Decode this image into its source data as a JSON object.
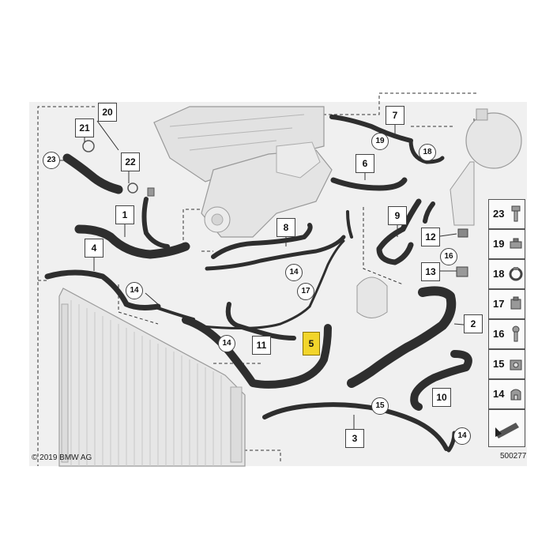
{
  "callouts": [
    {
      "id": "c20",
      "text": "20",
      "kind": "square",
      "highlight": false
    },
    {
      "id": "c21",
      "text": "21",
      "kind": "square",
      "highlight": false
    },
    {
      "id": "c23",
      "text": "23",
      "kind": "round",
      "highlight": false
    },
    {
      "id": "c22",
      "text": "22",
      "kind": "square",
      "highlight": false
    },
    {
      "id": "c7",
      "text": "7",
      "kind": "square",
      "highlight": false
    },
    {
      "id": "c19",
      "text": "19",
      "kind": "round",
      "highlight": false
    },
    {
      "id": "c18",
      "text": "18",
      "kind": "round",
      "highlight": false
    },
    {
      "id": "c6",
      "text": "6",
      "kind": "square",
      "highlight": false
    },
    {
      "id": "c1",
      "text": "1",
      "kind": "square",
      "highlight": false
    },
    {
      "id": "c9",
      "text": "9",
      "kind": "square",
      "highlight": false
    },
    {
      "id": "c8",
      "text": "8",
      "kind": "square",
      "highlight": false
    },
    {
      "id": "c12",
      "text": "12",
      "kind": "square",
      "highlight": false
    },
    {
      "id": "c4",
      "text": "4",
      "kind": "square",
      "highlight": false
    },
    {
      "id": "c16",
      "text": "16",
      "kind": "round",
      "highlight": false
    },
    {
      "id": "c14a",
      "text": "14",
      "kind": "round",
      "highlight": false
    },
    {
      "id": "c13",
      "text": "13",
      "kind": "square",
      "highlight": false
    },
    {
      "id": "c14b",
      "text": "14",
      "kind": "round",
      "highlight": false
    },
    {
      "id": "c17",
      "text": "17",
      "kind": "round",
      "highlight": false
    },
    {
      "id": "c2",
      "text": "2",
      "kind": "square",
      "highlight": false
    },
    {
      "id": "c14c",
      "text": "14",
      "kind": "round",
      "highlight": false
    },
    {
      "id": "c11",
      "text": "11",
      "kind": "square",
      "highlight": false
    },
    {
      "id": "c5",
      "text": "5",
      "kind": "square",
      "highlight": true
    },
    {
      "id": "c10",
      "text": "10",
      "kind": "square",
      "highlight": false
    },
    {
      "id": "c15",
      "text": "15",
      "kind": "round",
      "highlight": false
    },
    {
      "id": "c3",
      "text": "3",
      "kind": "square",
      "highlight": false
    },
    {
      "id": "c14d",
      "text": "14",
      "kind": "round",
      "highlight": false
    }
  ],
  "legend": [
    {
      "text": "23",
      "icon": "bolt-icon"
    },
    {
      "text": "19",
      "icon": "clip-icon"
    },
    {
      "text": "18",
      "icon": "clamp-icon"
    },
    {
      "text": "17",
      "icon": "connector-icon"
    },
    {
      "text": "16",
      "icon": "screw-icon"
    },
    {
      "text": "15",
      "icon": "bracket-icon"
    },
    {
      "text": "14",
      "icon": "hose-clip-icon"
    },
    {
      "text": "",
      "icon": "arrow-icon"
    }
  ],
  "footer": {
    "copyright": "© 2019 BMW AG",
    "diagram_code": "500277"
  },
  "colors": {
    "background": "#f0f0f0",
    "hose": "#2e2e2e",
    "highlight": "#f2d52b",
    "part_outline": "#9a9a9a"
  }
}
